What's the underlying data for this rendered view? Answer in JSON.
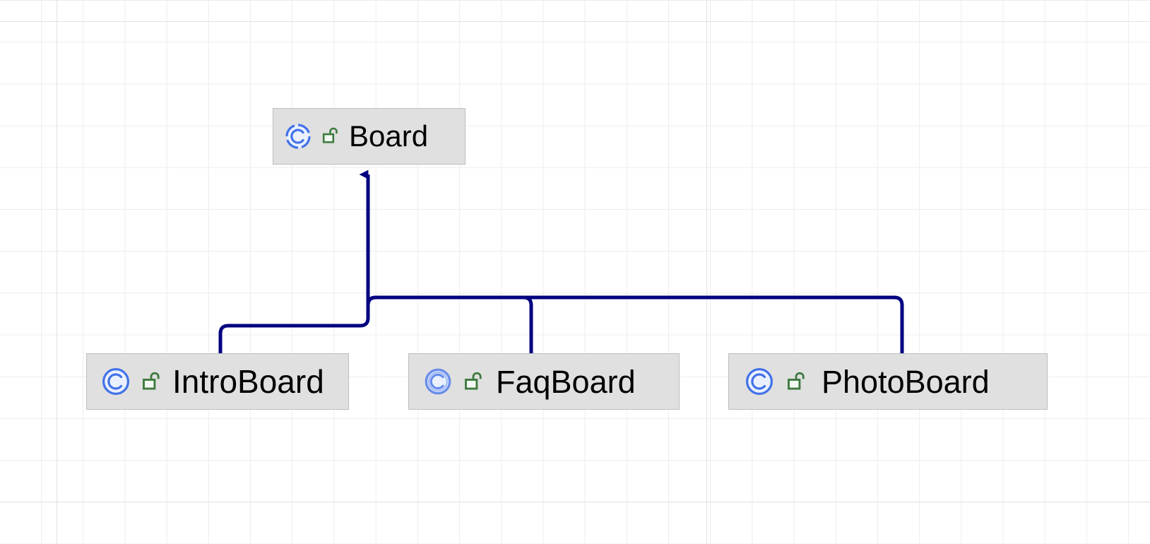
{
  "diagram": {
    "type": "uml-class-hierarchy",
    "title": "Board class hierarchy",
    "background": {
      "color": "#ffffff",
      "grid_color": "#ededed",
      "grid_size": 59
    },
    "style": {
      "node_fill": "#e0e0e0",
      "node_border": "#bdbdbd",
      "edge_color": "#000080",
      "class_icon_color": "#4272e8",
      "class_icon_fill": "#eaf0fd",
      "lock_icon_color": "#3f7a3f",
      "lock_icon_fill": "#f2f8f2",
      "label_color": "#000000"
    },
    "nodes": [
      {
        "id": "board",
        "label": "Board",
        "icons": [
          "class-icon",
          "unlocked-padlock-icon"
        ],
        "visibility": "public",
        "stereotype": "class",
        "role": "superclass"
      },
      {
        "id": "introboard",
        "label": "IntroBoard",
        "icons": [
          "class-icon",
          "unlocked-padlock-icon"
        ],
        "visibility": "public",
        "stereotype": "class",
        "role": "subclass"
      },
      {
        "id": "faqboard",
        "label": "FaqBoard",
        "icons": [
          "class-icon",
          "unlocked-padlock-icon"
        ],
        "visibility": "public",
        "stereotype": "class",
        "role": "subclass"
      },
      {
        "id": "photoboard",
        "label": "PhotoBoard",
        "icons": [
          "class-icon",
          "unlocked-padlock-icon"
        ],
        "visibility": "public",
        "stereotype": "class",
        "role": "subclass"
      }
    ],
    "edges": [
      {
        "id": "introboard-extends-board",
        "from": "introboard",
        "to": "board",
        "relation": "generalization",
        "arrow": "filled-triangle",
        "arrow_at": "board"
      },
      {
        "id": "faqboard-extends-board",
        "from": "faqboard",
        "to": "board",
        "relation": "generalization",
        "arrow": "filled-triangle",
        "arrow_at": "board"
      },
      {
        "id": "photoboard-extends-board",
        "from": "photoboard",
        "to": "board",
        "relation": "generalization",
        "arrow": "filled-triangle",
        "arrow_at": "board"
      }
    ]
  }
}
